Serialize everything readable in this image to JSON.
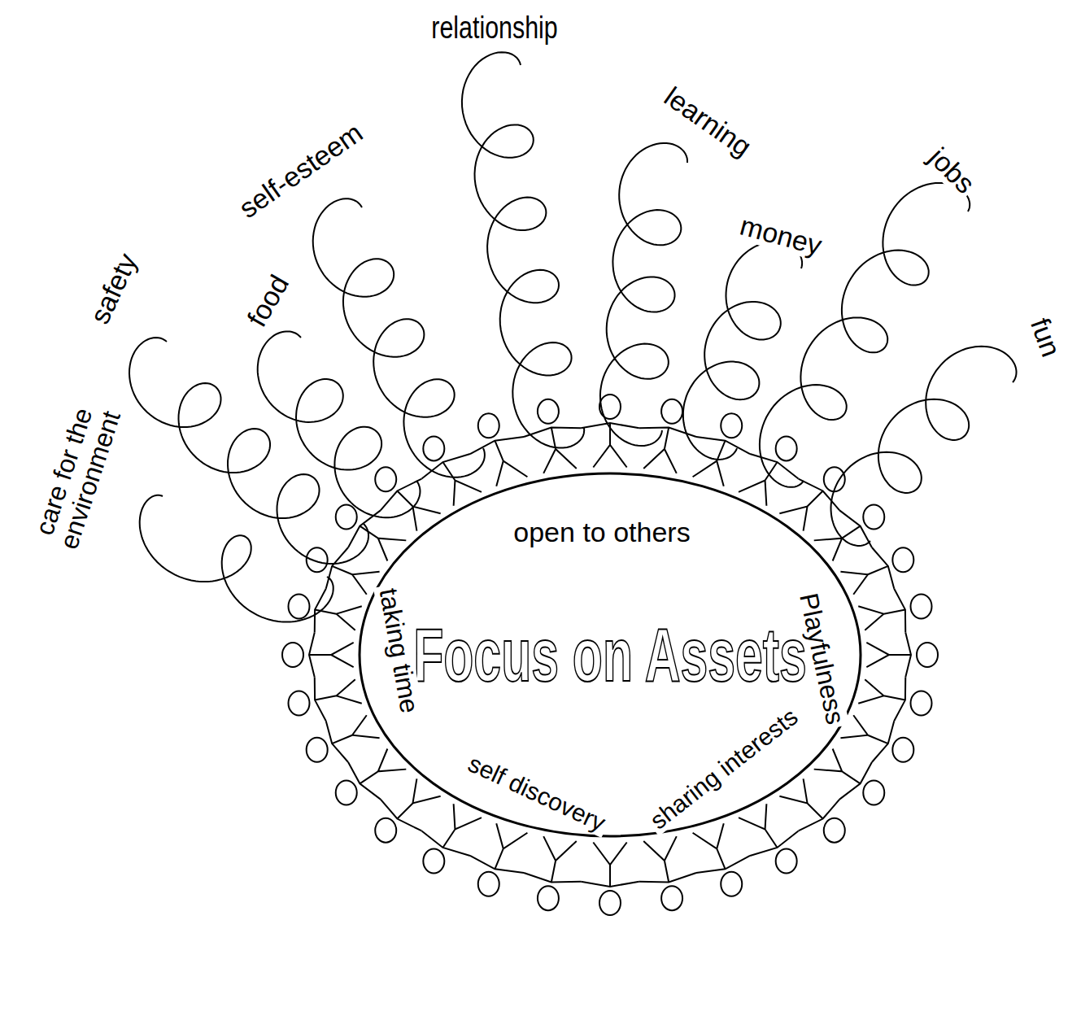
{
  "diagram": {
    "nodes": [
      {
        "text": [
          "Focus on Assets"
        ]
      }
    ],
    "labels": [
      "care for the environment",
      "safety",
      "food",
      "self-esteem",
      "relationship",
      "learning",
      "money",
      "jobs",
      "fun",
      "open to others",
      "taking time",
      "Playfulness",
      "self discovery",
      "sharing interests"
    ]
  }
}
